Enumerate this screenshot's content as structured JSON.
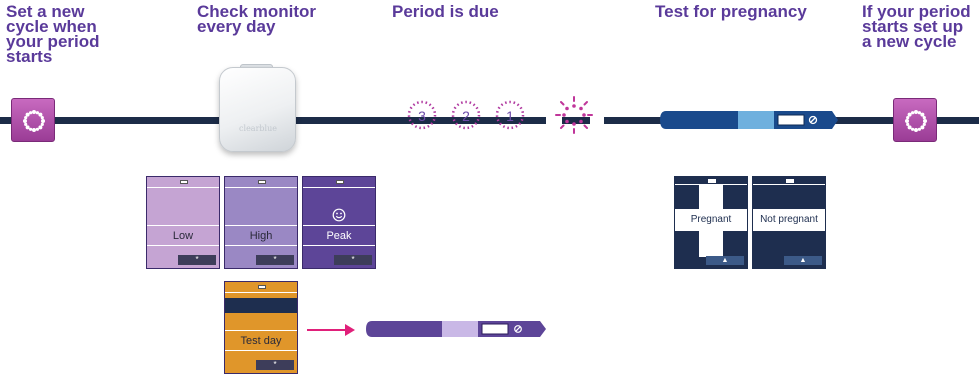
{
  "headings": {
    "set_cycle": "Set a new\ncycle when\nyour period\nstarts",
    "check_monitor": "Check monitor\nevery day",
    "period_due": "Period is due",
    "test_pregnancy": "Test for pregnancy",
    "new_cycle": "If your period\nstarts set up\na new cycle"
  },
  "countdown": [
    "3",
    "2",
    "1"
  ],
  "monitor_logo": "clearblue",
  "screens": [
    {
      "label": "Low",
      "color": "#c5a4d3"
    },
    {
      "label": "High",
      "color": "#9a88c4"
    },
    {
      "label": "Peak",
      "color": "#5d4598",
      "icon": "smiley-icon"
    }
  ],
  "test_day_screen": {
    "label": "Test day",
    "color": "#e0962a"
  },
  "pregnancy_screens": [
    {
      "label": "Pregnant"
    },
    {
      "label": "Not pregnant"
    }
  ],
  "button_glyph": "*",
  "colors": {
    "heading": "#5a3a9a",
    "timeline": "#1c2c48",
    "cycle_button": "#b04aa8",
    "arrow": "#e0207a",
    "test_stick": "#1a4a8c",
    "ovulation_stick": "#5d4598"
  }
}
